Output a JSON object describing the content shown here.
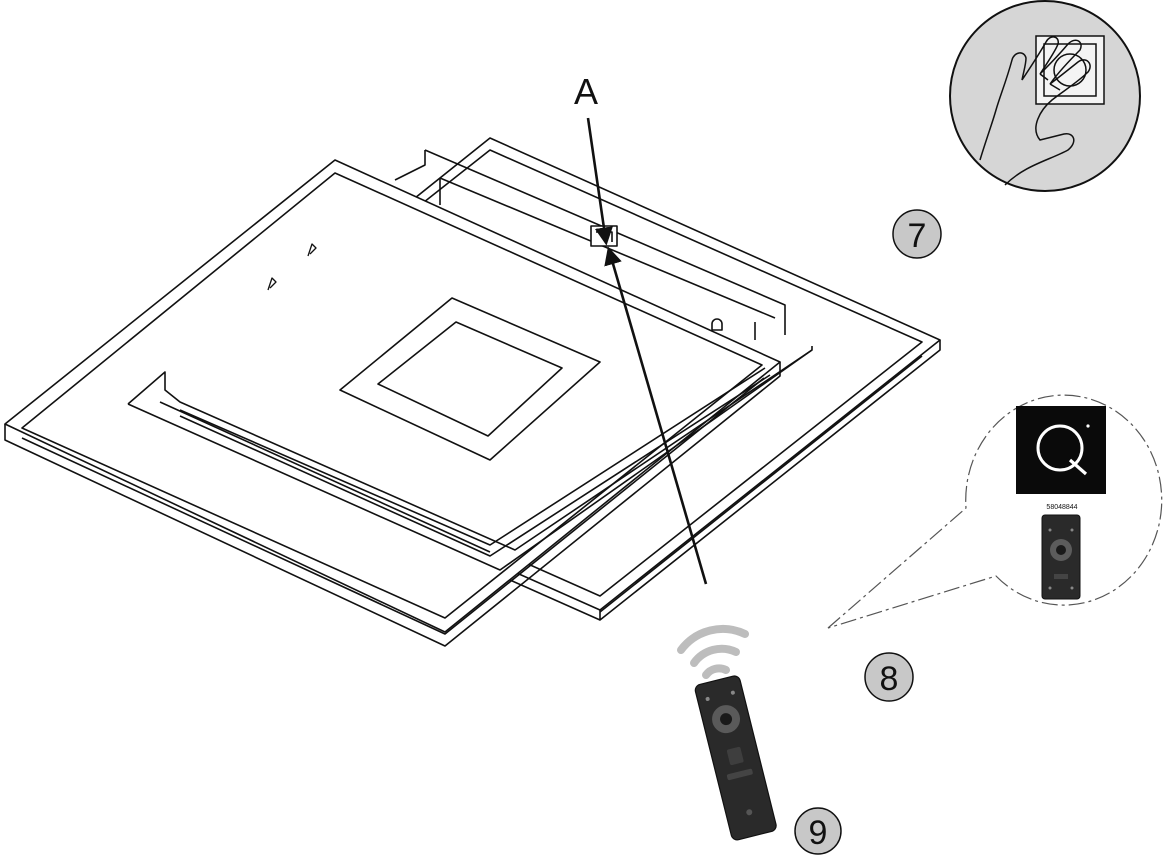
{
  "labels": {
    "pointer": "A",
    "step_switch": "7",
    "step_pairing": "8",
    "step_remote": "9",
    "remote_code": "58048844"
  },
  "colors": {
    "line": "#111111",
    "step_fill": "#c8c8c8",
    "logo_bg": "#0a0a0a",
    "remote_body": "#2a2a2a",
    "signal": "#bdbdbd"
  },
  "icons": {
    "switch": "hand-pressing-wall-switch-icon",
    "logo": "q-logo-icon",
    "signal": "wireless-signal-icon",
    "remote": "remote-control-icon"
  }
}
